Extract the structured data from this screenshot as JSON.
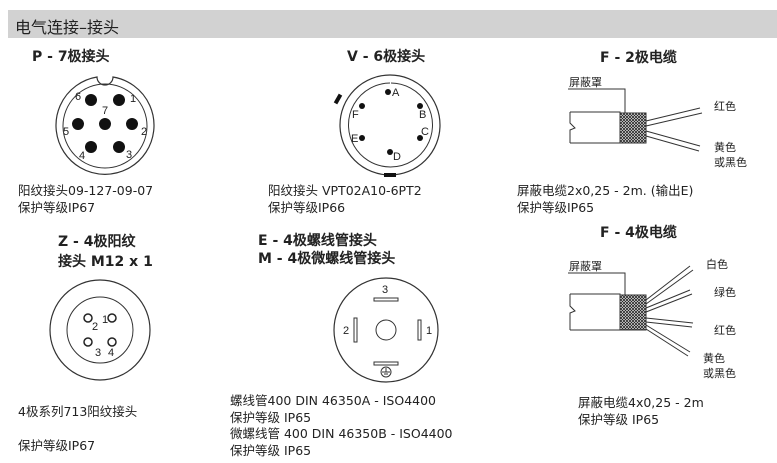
{
  "header": {
    "title": "电气连接–接头"
  },
  "p": {
    "title": "P - 7极接头",
    "pins": [
      "1",
      "2",
      "3",
      "4",
      "5",
      "6",
      "7"
    ],
    "line1": "阳纹接头09-127-09-07",
    "line2": "保护等级IP67"
  },
  "v": {
    "title": "V - 6极接头",
    "pins": [
      "A",
      "B",
      "C",
      "D",
      "E",
      "F"
    ],
    "line1": "阳纹接头 VPT02A10-6PT2",
    "line2": "保护等级IP66"
  },
  "f2": {
    "title": "F - 2极电缆",
    "shield": "屏蔽罩",
    "wire1": "红色",
    "wire2a": "黄色",
    "wire2b": "或黑色",
    "line1": "屏蔽电缆2x0,25 - 2m. (输出E)",
    "line2": "保护等级IP65"
  },
  "z": {
    "title1": "Z - 4极阳纹",
    "title2": "接头 M12 x 1",
    "pins": [
      "1",
      "2",
      "3",
      "4"
    ],
    "line1": "4极系列713阳纹接头",
    "line2": "保护等级IP67"
  },
  "em": {
    "title1": "E - 4极螺线管接头",
    "title2": "M - 4极微螺线管接头",
    "pins": [
      "1",
      "2",
      "3"
    ],
    "line1": "螺线管400 DIN 46350A - ISO4400",
    "line2": "保护等级 IP65",
    "line3": "微螺线管 400 DIN 46350B - ISO4400",
    "line4": "保护等级 IP65"
  },
  "f4": {
    "title": "F - 4极电缆",
    "shield": "屏蔽罩",
    "wire1": "白色",
    "wire2": "绿色",
    "wire3": "红色",
    "wire4a": "黄色",
    "wire4b": "或黑色",
    "line1": "屏蔽电缆4x0,25 - 2m",
    "line2": "保护等级 IP65"
  }
}
